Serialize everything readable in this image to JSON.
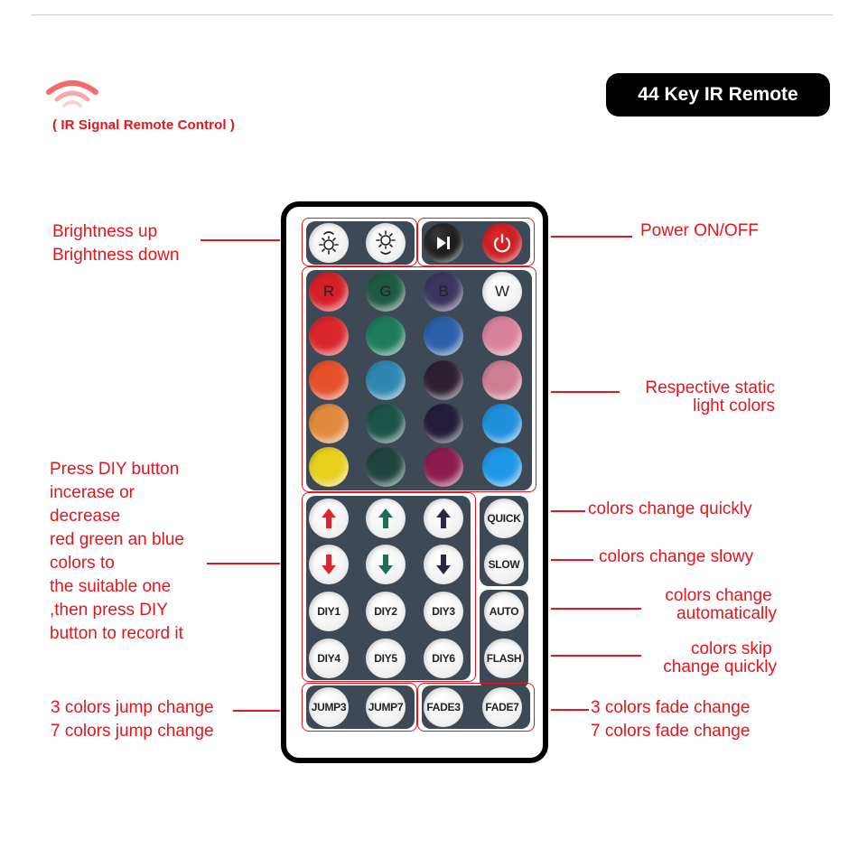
{
  "header": {
    "signal_icon": "wifi-signal-icon",
    "caption": "( IR Signal Remote Control )",
    "title": "44 Key IR Remote"
  },
  "colors": {
    "accent_red": "#e8141c",
    "panel": "#3d4a55",
    "title_bg": "#000000"
  },
  "remote": {
    "top_row": [
      {
        "name": "brightness-up",
        "icon": "sun-up-icon"
      },
      {
        "name": "brightness-down",
        "icon": "sun-down-icon"
      },
      {
        "name": "play-pause",
        "icon": "play-pause-icon"
      },
      {
        "name": "power",
        "icon": "power-icon"
      }
    ],
    "color_grid": [
      [
        {
          "label": "R",
          "color": "#d42027"
        },
        {
          "label": "G",
          "color": "#1f5a44"
        },
        {
          "label": "B",
          "color": "#3b3560"
        },
        {
          "label": "W",
          "color": "#ffffff"
        }
      ],
      [
        {
          "label": "",
          "color": "#d8262a"
        },
        {
          "label": "",
          "color": "#1d7a5a"
        },
        {
          "label": "",
          "color": "#2b5fa8"
        },
        {
          "label": "",
          "color": "#d9819c"
        }
      ],
      [
        {
          "label": "",
          "color": "#e5502b"
        },
        {
          "label": "",
          "color": "#2f86b0"
        },
        {
          "label": "",
          "color": "#2e2030"
        },
        {
          "label": "",
          "color": "#cf7d93"
        }
      ],
      [
        {
          "label": "",
          "color": "#e08a3e"
        },
        {
          "label": "",
          "color": "#1c5448"
        },
        {
          "label": "",
          "color": "#221c38"
        },
        {
          "label": "",
          "color": "#1f8fdc"
        }
      ],
      [
        {
          "label": "",
          "color": "#e8cf1c"
        },
        {
          "label": "",
          "color": "#22443f"
        },
        {
          "label": "",
          "color": "#8b1d4c"
        },
        {
          "label": "",
          "color": "#1e96e6"
        }
      ]
    ],
    "diy_arrows": [
      {
        "dir": "up",
        "color": "#e0242a"
      },
      {
        "dir": "up",
        "color": "#1c6e58"
      },
      {
        "dir": "up",
        "color": "#2e2446"
      },
      {
        "dir": "down",
        "color": "#e0242a"
      },
      {
        "dir": "down",
        "color": "#1c6e58"
      },
      {
        "dir": "down",
        "color": "#2e2446"
      }
    ],
    "diy_buttons": [
      "DIY1",
      "DIY2",
      "DIY3",
      "DIY4",
      "DIY5",
      "DIY6"
    ],
    "speed_buttons": [
      "QUICK",
      "SLOW"
    ],
    "mode_buttons": [
      "AUTO",
      "FLASH"
    ],
    "jump_buttons": [
      "JUMP3",
      "JUMP7"
    ],
    "fade_buttons": [
      "FADE3",
      "FADE7"
    ]
  },
  "annotations": {
    "brightness": "Brightness up\nBrightness down",
    "power": "Power ON/OFF",
    "static_colors": "Respective static\n light colors",
    "diy": "Press DIY button\nincerase or\ndecrease\nred green an blue\ncolors to\nthe suitable one\n,then press DIY\nbutton to record it",
    "quick": "colors change quickly",
    "slow": "colors change slowy",
    "auto": "colors change \nautomatically",
    "flash": "colors skip \nchange quickly",
    "jump": "3 colors jump change\n7 colors jump change",
    "fade": "3 colors fade change\n7 colors fade change"
  }
}
